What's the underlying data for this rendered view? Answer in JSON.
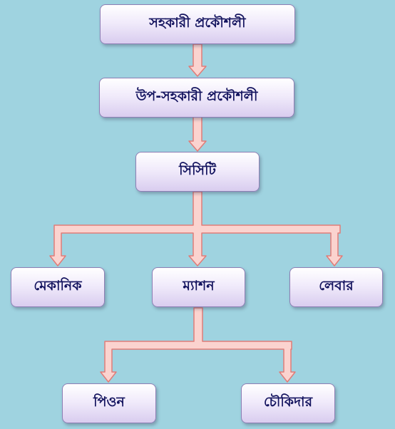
{
  "org_chart": {
    "nodes": {
      "assistant_engineer": "সহকারী প্রকৌশলী",
      "sub_assistant_engineer": "উপ-সহকারী প্রকৌশলী",
      "cc_t": "সিসিটি",
      "mechanic": "মেকানিক",
      "mason": "ম্যাশন",
      "labour": "লেবার",
      "peon": "পিওন",
      "watchman": "চৌকিদার"
    },
    "hierarchy": [
      {
        "from": "assistant_engineer",
        "to": [
          "sub_assistant_engineer"
        ]
      },
      {
        "from": "sub_assistant_engineer",
        "to": [
          "cc_t"
        ]
      },
      {
        "from": "cc_t",
        "to": [
          "mechanic",
          "mason",
          "labour"
        ]
      },
      {
        "from": "mason",
        "to": [
          "peon",
          "watchman"
        ]
      }
    ]
  },
  "colors": {
    "background": "#9fd3e0",
    "node_fill_top": "#ffffff",
    "node_fill_bottom": "#d9cdef",
    "node_border": "#8e7fb5",
    "node_text": "#13135e",
    "connector_fill": "#fbd3cf",
    "connector_stroke": "#e07c78"
  }
}
